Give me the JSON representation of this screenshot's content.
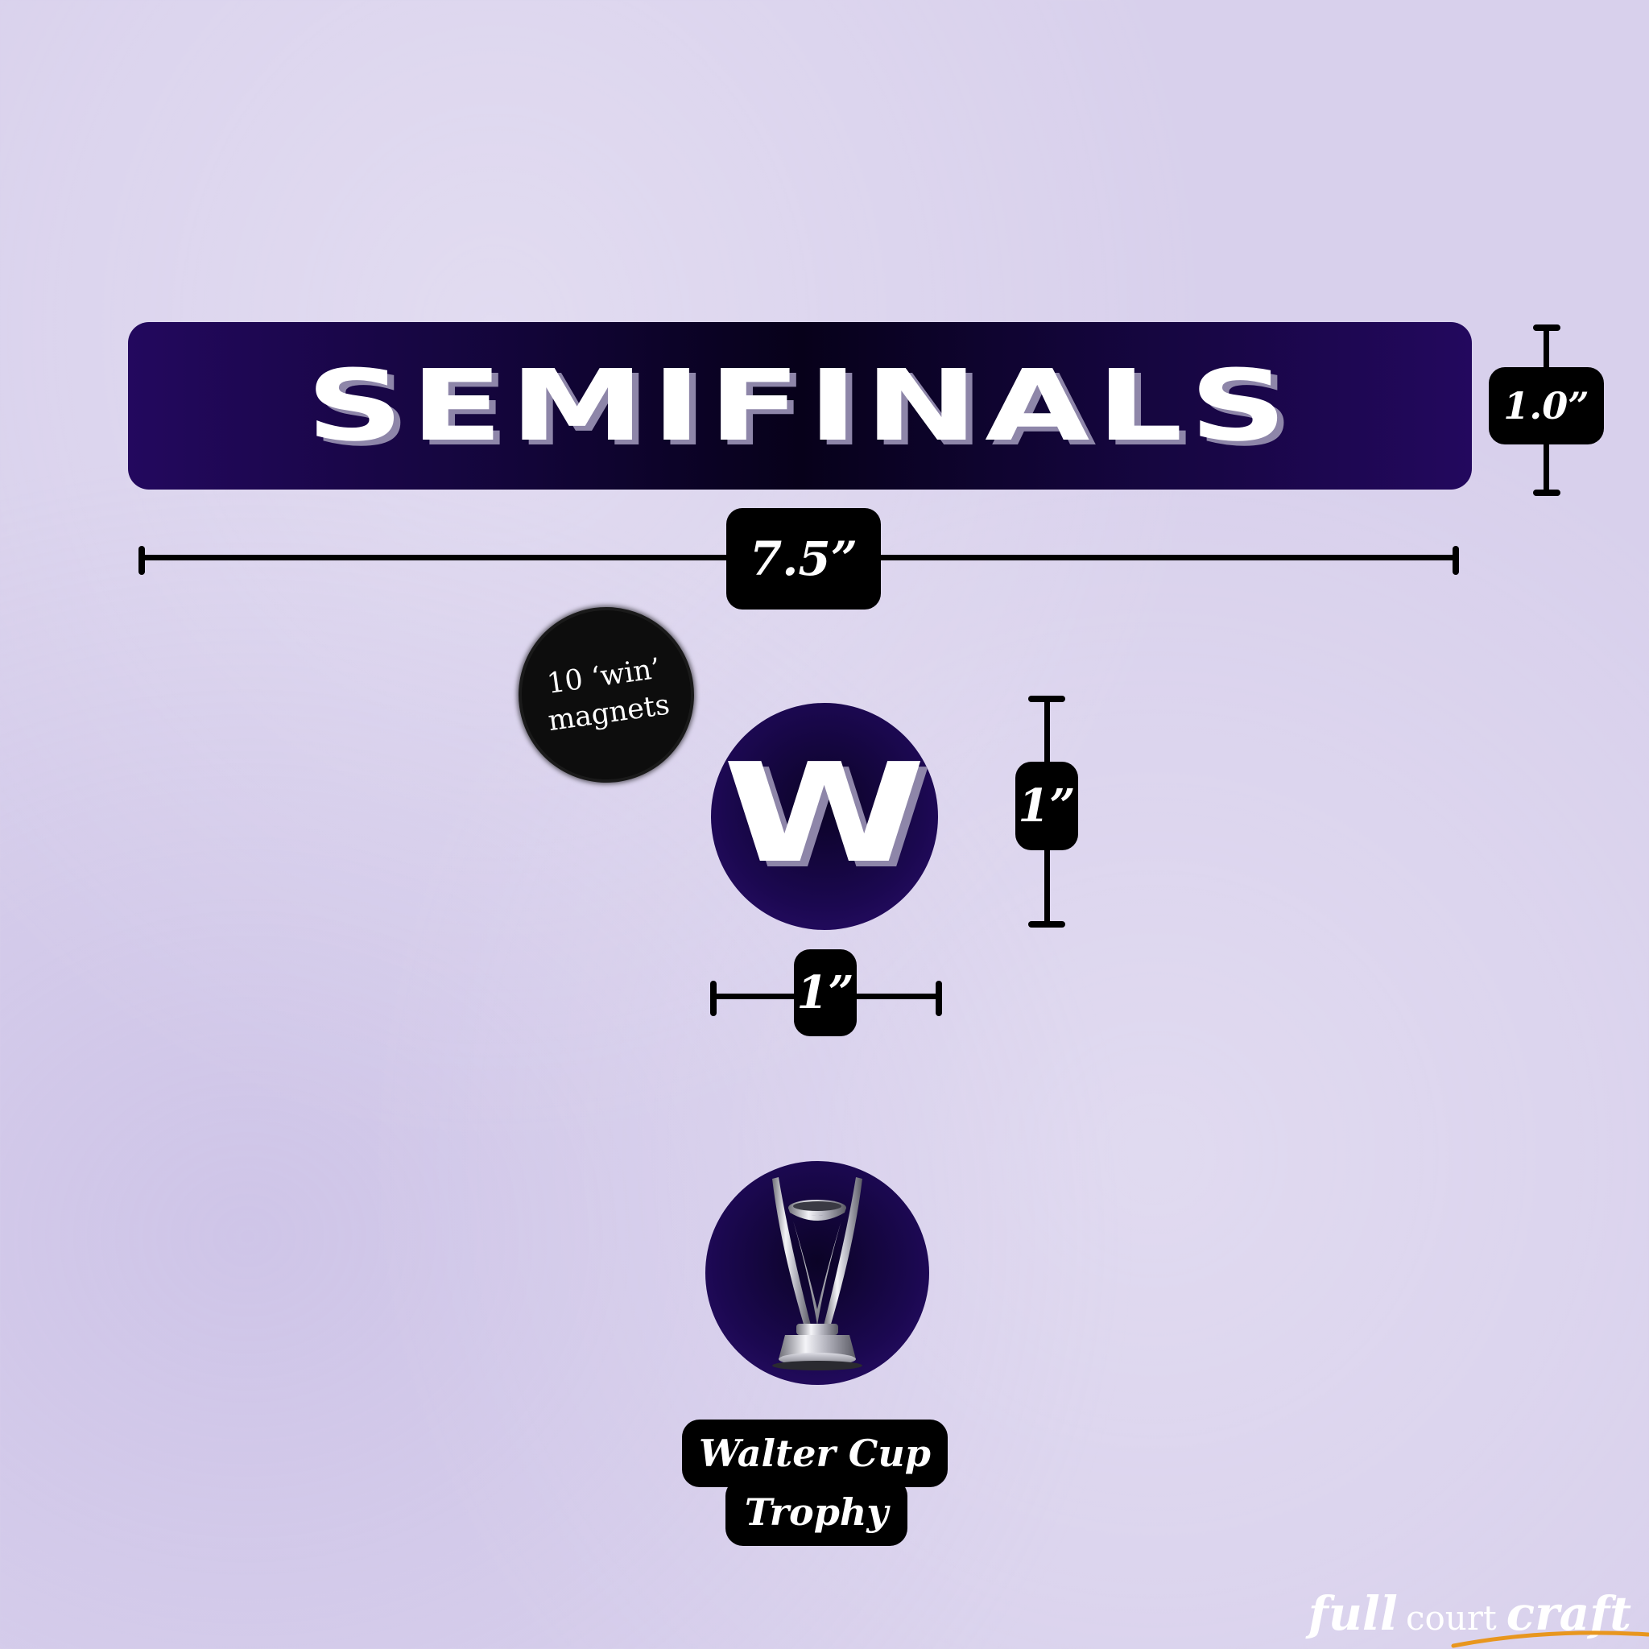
{
  "banner": {
    "text": "SEMIFINALS"
  },
  "dimensions": {
    "banner_height": "1.0”",
    "banner_width": "7.5”",
    "magnet_height": "1”",
    "magnet_width": "1”"
  },
  "magnet": {
    "letter": "W"
  },
  "badge": {
    "line1": "10 ‘win’",
    "line2": "magnets"
  },
  "trophy": {
    "caption_line1": "Walter Cup",
    "caption_line2": "Trophy"
  },
  "logo": {
    "part1": "full",
    "part2": "court",
    "part3": "craft"
  },
  "colors": {
    "background": "#d8d0ec",
    "banner_dark": "#07011a",
    "banner_purple": "#23085e",
    "label_black": "#000000",
    "swoosh_orange": "#e8961e"
  }
}
